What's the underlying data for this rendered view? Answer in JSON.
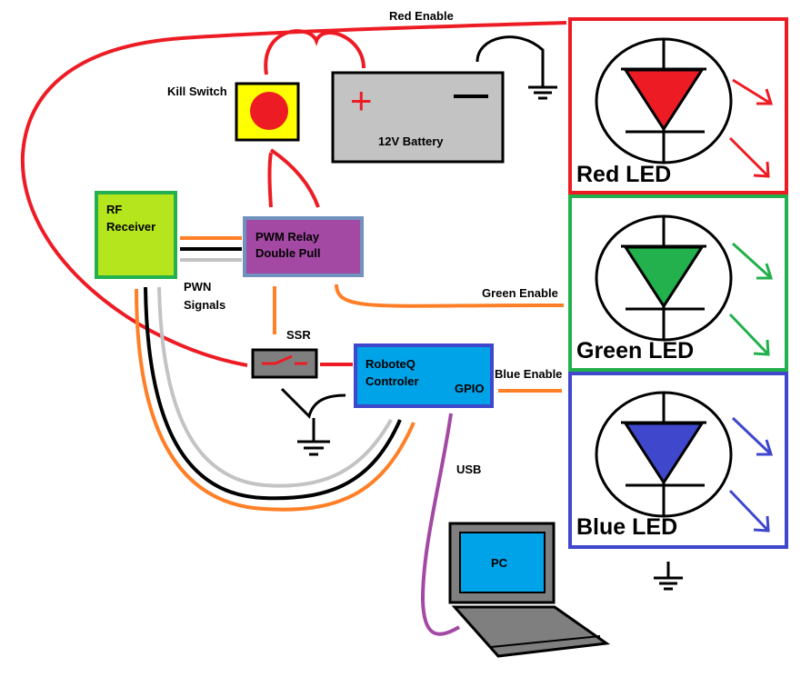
{
  "colors": {
    "red": "#ed1c24",
    "green": "#22b14c",
    "blue": "#3f48cc",
    "orange": "#ff7f27",
    "purple": "#a349a4",
    "yellow": "#ffff00",
    "lime": "#b5e61d",
    "gray": "#c3c3c3",
    "cyan": "#00a2e8",
    "steel": "#7092be",
    "dark_gray": "#7f7f7f"
  },
  "components": {
    "kill_switch": {
      "label": "Kill Switch"
    },
    "battery": {
      "label": "12V Battery",
      "plus": "+",
      "minus": "—"
    },
    "rf_receiver": {
      "label_line1": "RF",
      "label_line2": "Receiver"
    },
    "pwm_relay": {
      "label_line1": "PWM Relay",
      "label_line2": "Double Pull"
    },
    "pwm_signals": {
      "label_line1": "PWN",
      "label_line2": "Signals"
    },
    "ssr": {
      "label": "SSR"
    },
    "roboteq": {
      "label_line1": "RoboteQ",
      "label_line2": "Controler",
      "port": "GPIO"
    },
    "pc": {
      "label": "PC"
    }
  },
  "wires": {
    "red_enable": "Red Enable",
    "green_enable": "Green Enable",
    "blue_enable": "Blue Enable",
    "usb": "USB"
  },
  "leds": [
    {
      "label": "Red LED",
      "color_key": "red"
    },
    {
      "label": "Green LED",
      "color_key": "green"
    },
    {
      "label": "Blue LED",
      "color_key": "blue"
    }
  ],
  "icons": [
    "ground-icon",
    "switch-icon",
    "diode-icon",
    "light-emission-arrow-icon"
  ]
}
